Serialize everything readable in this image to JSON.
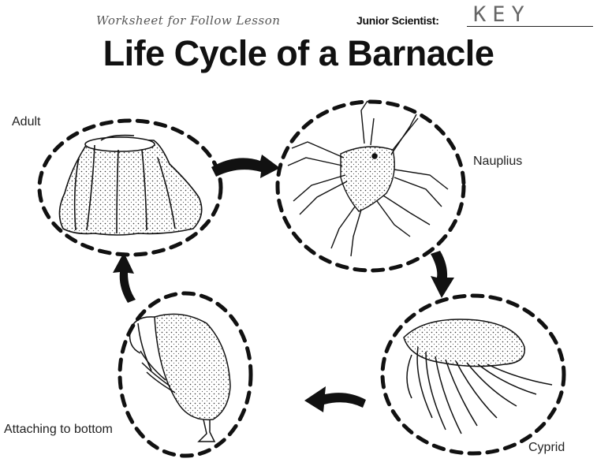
{
  "header": {
    "handwritten_note": "Worksheet for Follow Lesson",
    "scientist_label": "Junior Scientist:",
    "scientist_name": "KEY"
  },
  "title": "Life Cycle of a Barnacle",
  "stages": {
    "adult": "Adult",
    "nauplius": "Nauplius",
    "cyprid": "Cyprid",
    "attaching": "Attaching to bottom"
  },
  "icons": [
    "adult-barnacle-icon",
    "nauplius-larva-icon",
    "cyprid-larva-icon",
    "attaching-cyprid-icon"
  ],
  "colors": {
    "ink": "#111111",
    "background": "#ffffff"
  }
}
